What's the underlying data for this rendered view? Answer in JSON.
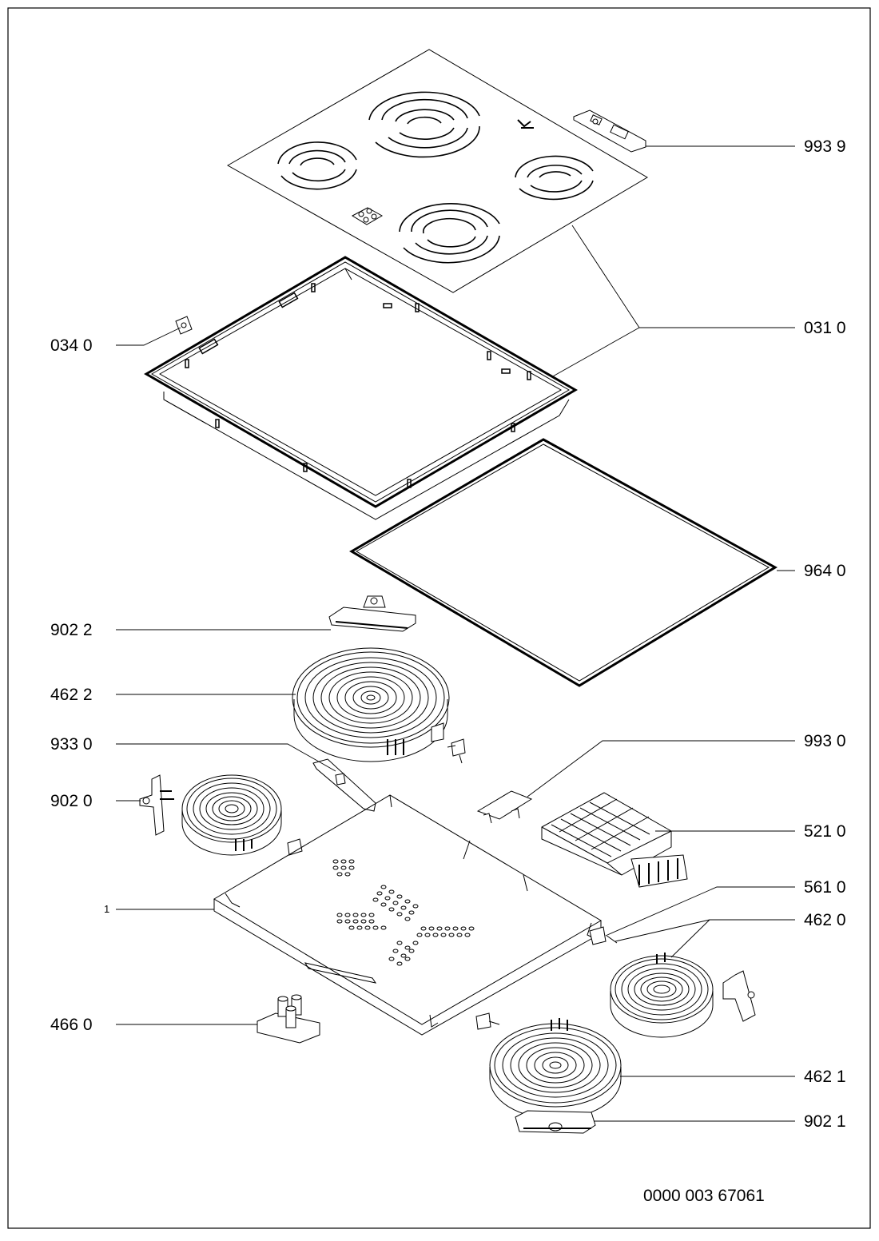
{
  "callouts": {
    "c9939": "993 9",
    "c0340": "034 0",
    "c0310": "031 0",
    "c9640": "964 0",
    "c9022": "902 2",
    "c4622": "462 2",
    "c9330": "933 0",
    "c9930": "993 0",
    "c9020": "902 0",
    "c5210": "521 0",
    "c1": "1",
    "c5610": "561 0",
    "c4620": "462 0",
    "c4660": "466 0",
    "c4621": "462 1",
    "c9021": "902 1"
  },
  "document_number": "0000 003 67061"
}
